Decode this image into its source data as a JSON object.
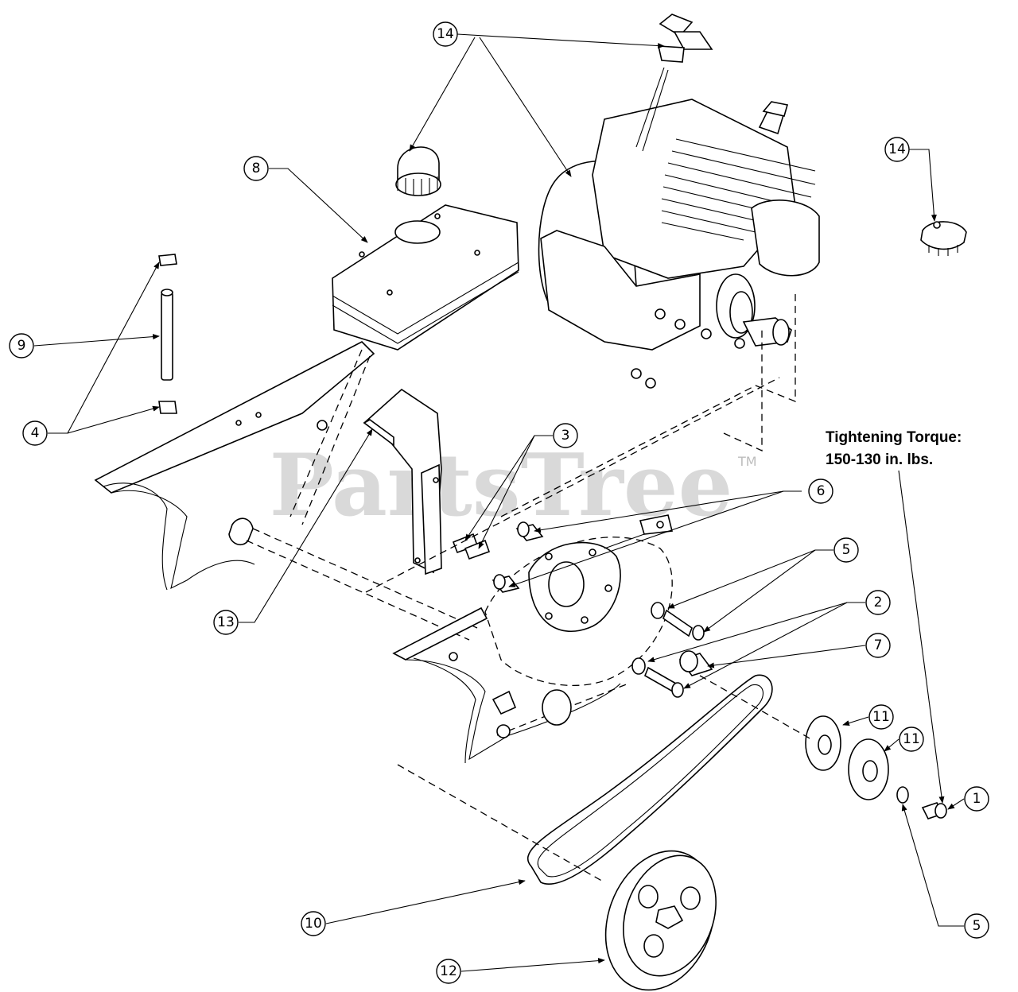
{
  "watermark": {
    "text": "PartsTree",
    "tm": "TM"
  },
  "torque_note": {
    "line1": "Tightening Torque:",
    "line2": "150-130 in. lbs."
  },
  "callouts": {
    "c14_top": "14",
    "c14_right": "14",
    "c8": "8",
    "c9": "9",
    "c4": "4",
    "c3": "3",
    "c6": "6",
    "c5_upper": "5",
    "c2": "2",
    "c7": "7",
    "c13": "13",
    "c11a": "11",
    "c11b": "11",
    "c1": "1",
    "c5_lower": "5",
    "c10": "10",
    "c12": "12"
  }
}
